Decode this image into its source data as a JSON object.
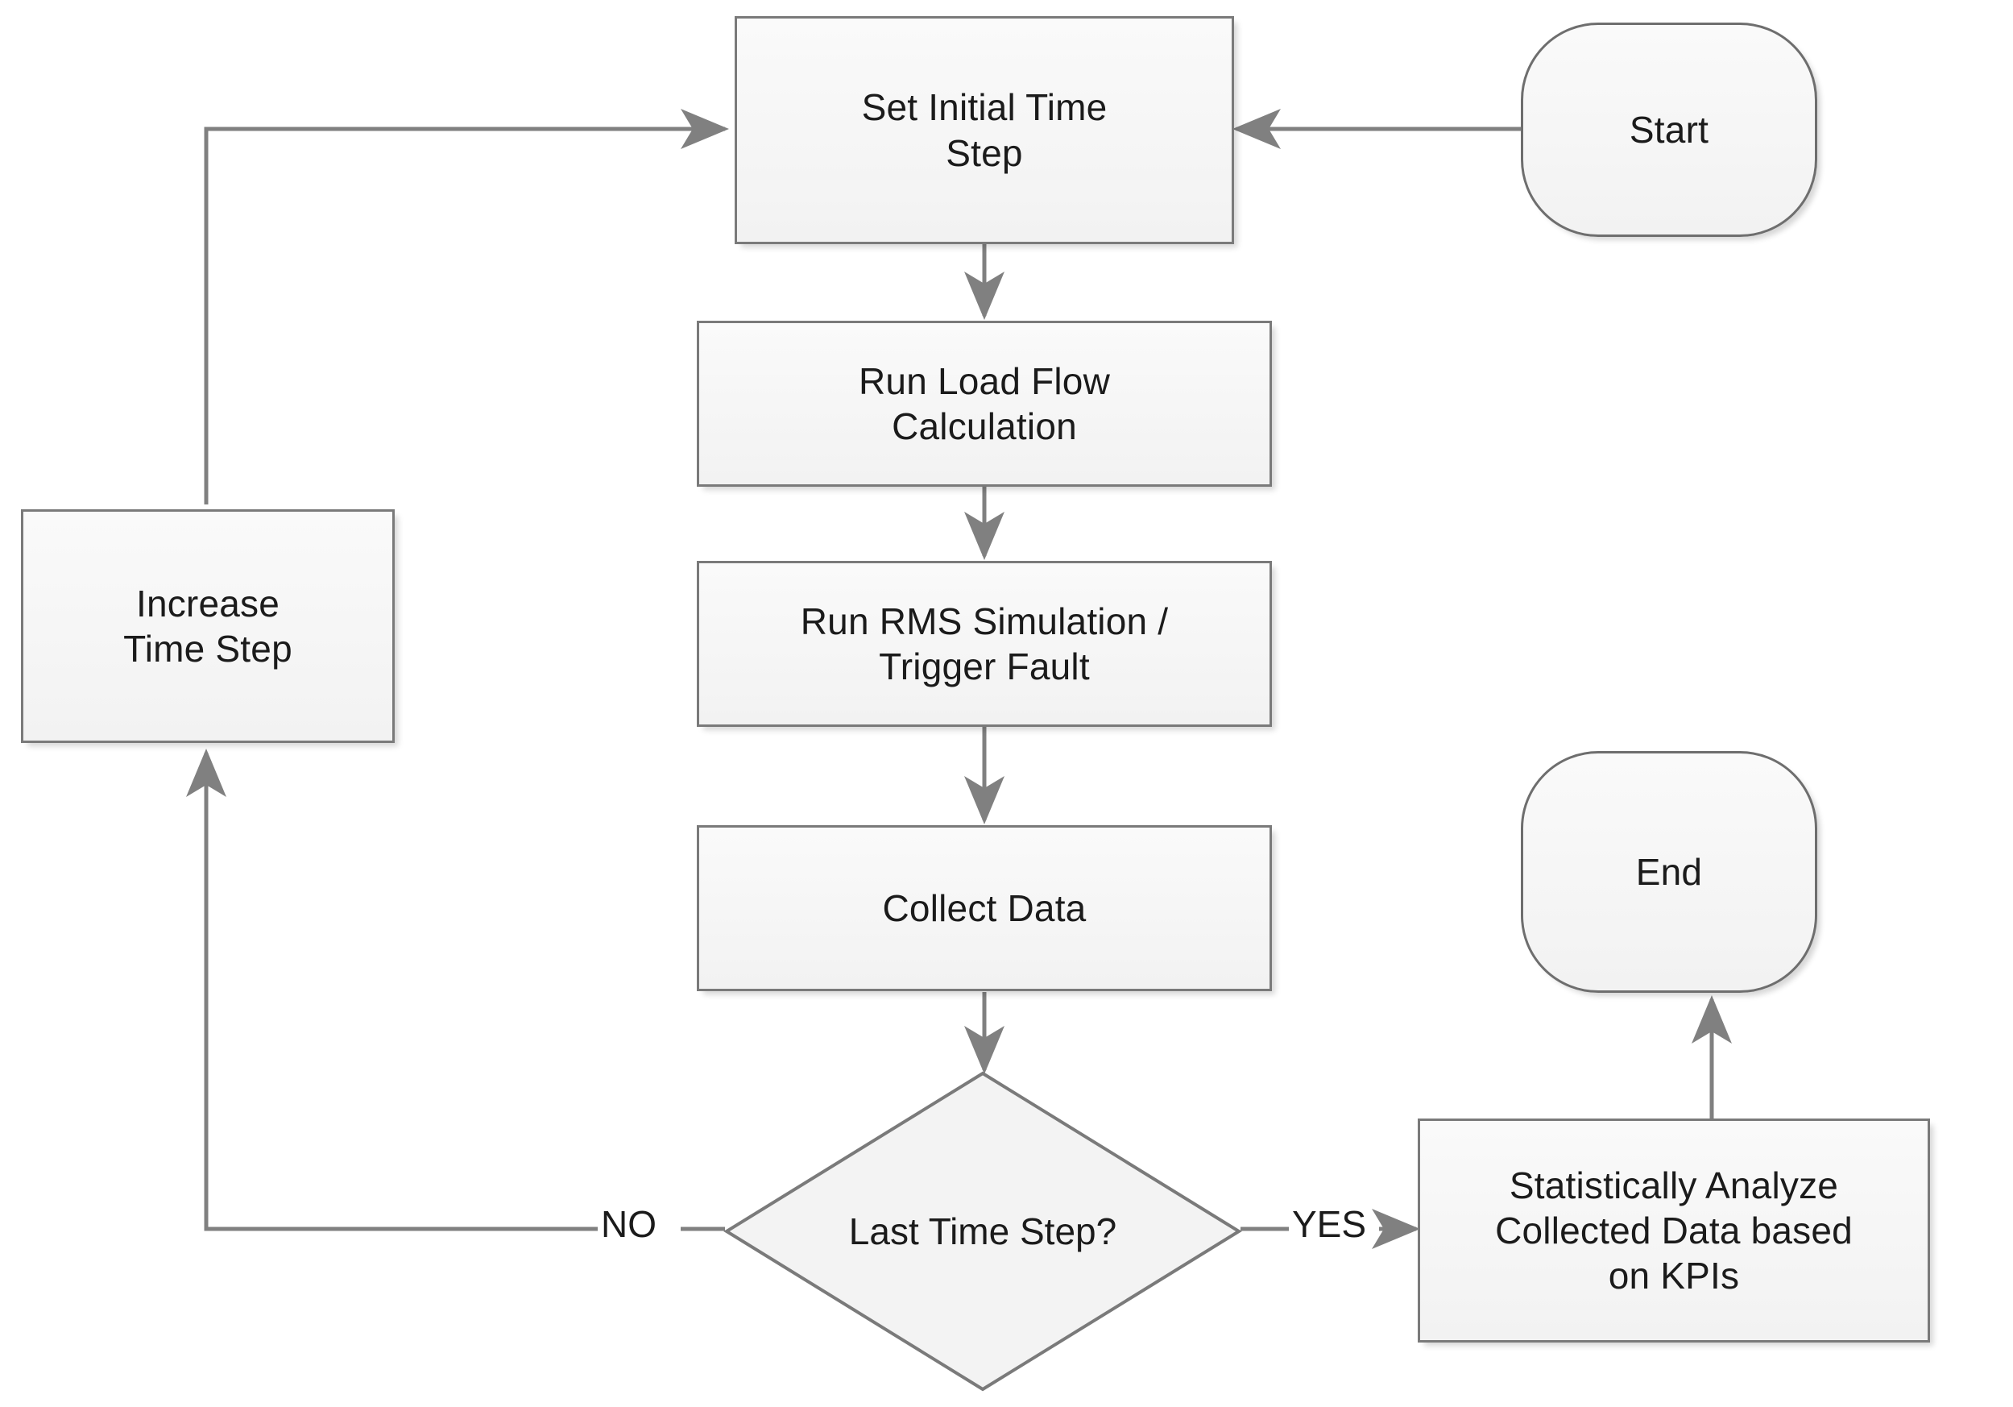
{
  "diagram": {
    "type": "flowchart",
    "title": "",
    "background_color": "#ffffff",
    "node_fill_color": "#f5f5f5",
    "node_border_color": "#7a7a7a",
    "edge_color": "#808080",
    "text_color": "#1b1b1b"
  },
  "nodes": {
    "start": {
      "label": "Start",
      "shape": "terminal"
    },
    "set_initial_time_step": {
      "label": "Set Initial Time\nStep",
      "shape": "process"
    },
    "run_load_flow": {
      "label": "Run Load Flow\nCalculation",
      "shape": "process"
    },
    "run_rms": {
      "label": "Run RMS Simulation /\nTrigger Fault",
      "shape": "process"
    },
    "collect_data": {
      "label": "Collect Data",
      "shape": "process"
    },
    "increase_time_step": {
      "label": "Increase\nTime Step",
      "shape": "process"
    },
    "last_time_step": {
      "label": "Last Time Step?",
      "shape": "decision"
    },
    "analyze_kpis": {
      "label": "Statistically Analyze\nCollected Data based\non KPIs",
      "shape": "process"
    },
    "end": {
      "label": "End",
      "shape": "terminal"
    }
  },
  "edge_labels": {
    "no": "NO",
    "yes": "YES"
  },
  "edges": [
    {
      "from": "start",
      "to": "set_initial_time_step",
      "label": ""
    },
    {
      "from": "set_initial_time_step",
      "to": "run_load_flow",
      "label": ""
    },
    {
      "from": "run_load_flow",
      "to": "run_rms",
      "label": ""
    },
    {
      "from": "run_rms",
      "to": "collect_data",
      "label": ""
    },
    {
      "from": "collect_data",
      "to": "last_time_step",
      "label": ""
    },
    {
      "from": "last_time_step",
      "to": "increase_time_step",
      "label": "NO"
    },
    {
      "from": "increase_time_step",
      "to": "set_initial_time_step",
      "label": ""
    },
    {
      "from": "last_time_step",
      "to": "analyze_kpis",
      "label": "YES"
    },
    {
      "from": "analyze_kpis",
      "to": "end",
      "label": ""
    }
  ]
}
